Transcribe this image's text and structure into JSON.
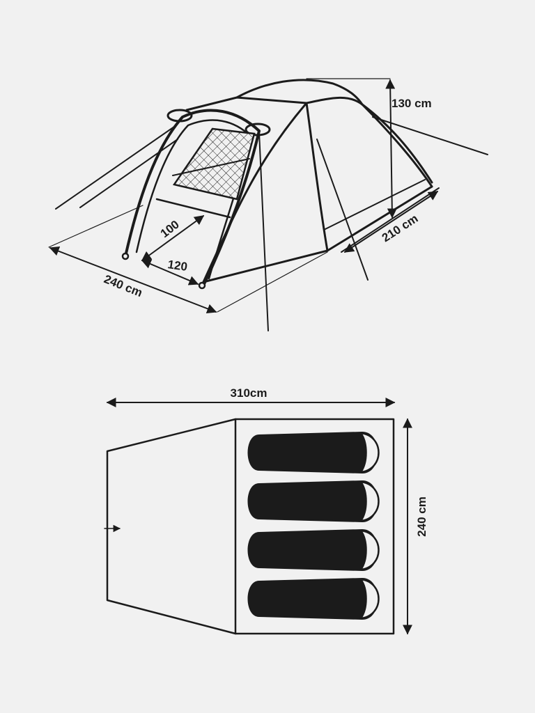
{
  "colors": {
    "background": "#f1f1f1",
    "line": "#1b1b1b",
    "sleeping_bag": "#1b1b1b"
  },
  "perspective_view": {
    "dims": {
      "height": "130 cm",
      "depth": "210 cm",
      "width": "240 cm",
      "vestibule_depth": "100",
      "vestibule_width": "120"
    }
  },
  "floor_plan": {
    "dims": {
      "length": "310cm",
      "width": "240 cm"
    },
    "sleeping_bags": 4
  }
}
